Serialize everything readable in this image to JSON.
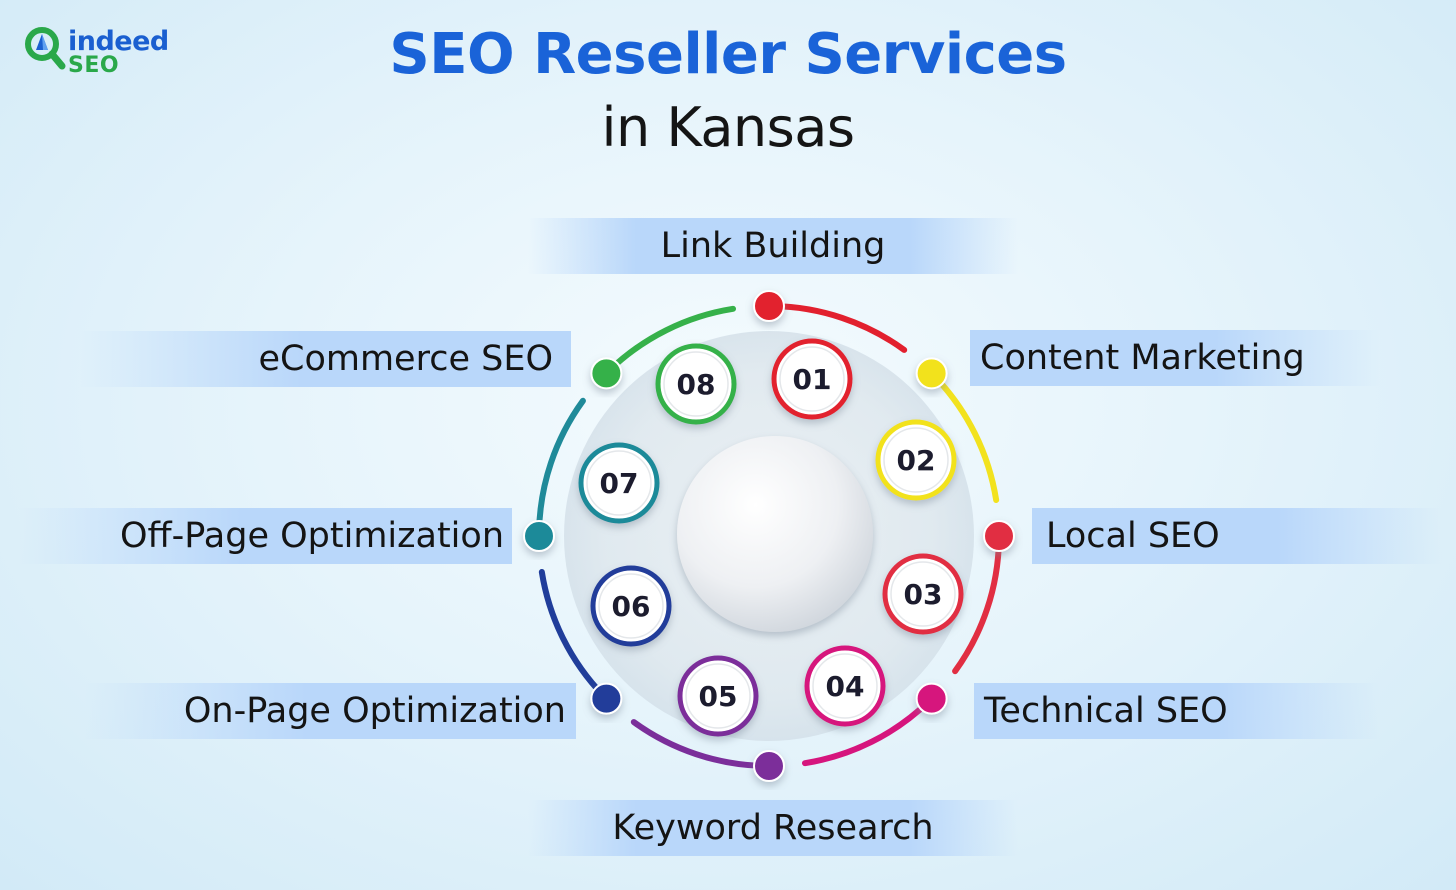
{
  "logo": {
    "word_1": "indeed",
    "word_2": "SEO",
    "icon": "magnifier-icon"
  },
  "title": {
    "line_1": "SEO Reseller Services",
    "line_2": "in Kansas"
  },
  "services": [
    {
      "number": "01",
      "label": "Link Building",
      "color": "#e2202e"
    },
    {
      "number": "02",
      "label": "Content Marketing",
      "color": "#f2e21e"
    },
    {
      "number": "03",
      "label": "Local SEO",
      "color": "#e12e42"
    },
    {
      "number": "04",
      "label": "Technical SEO",
      "color": "#d6157d"
    },
    {
      "number": "05",
      "label": "Keyword Research",
      "color": "#7b2e9a"
    },
    {
      "number": "06",
      "label": "On-Page Optimization",
      "color": "#203d9a"
    },
    {
      "number": "07",
      "label": "Off-Page Optimization",
      "color": "#1f8a99"
    },
    {
      "number": "08",
      "label": "eCommerce SEO",
      "color": "#36b14a"
    }
  ],
  "colors": {
    "title_accent": "#1a63d8",
    "label_band": "#b9d7fa",
    "logo_green": "#2aa84a"
  }
}
